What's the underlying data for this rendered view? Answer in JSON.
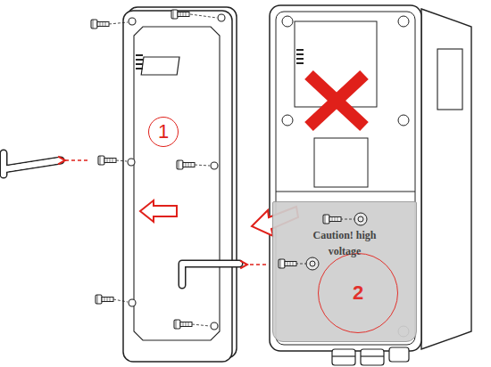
{
  "diagram": {
    "nodes": [
      {
        "text": [
          "1"
        ]
      },
      {
        "text": [
          "Caution! high voltage"
        ]
      },
      {
        "text": [
          "2"
        ],
        "in": 1
      }
    ]
  }
}
